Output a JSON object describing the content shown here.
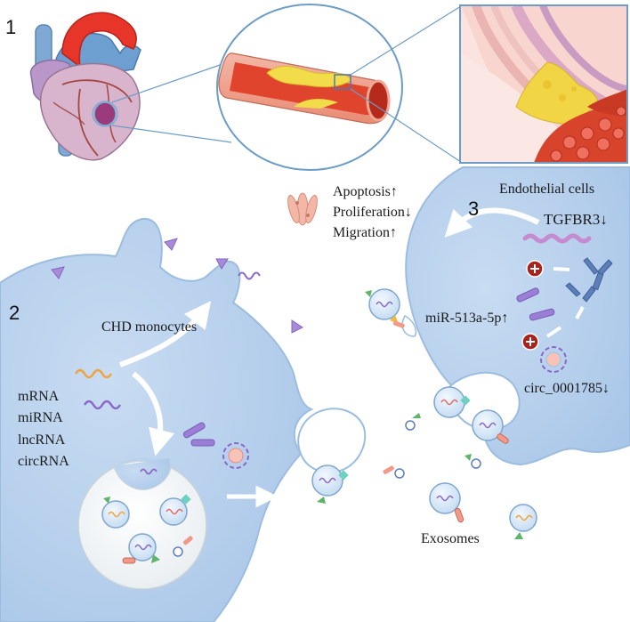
{
  "panels": {
    "p1": "1",
    "p2": "2",
    "p3": "3"
  },
  "labels": {
    "endothelial": "Endothelial cells",
    "chd_monocytes": "CHD monocytes",
    "tgfbr3": "TGFBR3↓",
    "mir513": "miR-513a-5p↑",
    "circ": "circ_0001785↓",
    "exosomes": "Exosomes"
  },
  "effects": [
    "Apoptosis↑",
    "Proliferation↓",
    "Migration↑"
  ],
  "rna_types": [
    "mRNA",
    "miRNA",
    "lncRNA",
    "circRNA"
  ],
  "colors": {
    "cell_fill": "#b9d3ee",
    "cell_edge": "#9bbce0",
    "vessel_red": "#e0442c",
    "plaque_yellow": "#f3dc4a",
    "heart_pink": "#c9a3c4",
    "aorta_red": "#e8352a",
    "vessel_blue": "#8fb7d6",
    "triangle_purple": "#a98ad8",
    "exosome_fill": "#d5e6f6"
  }
}
